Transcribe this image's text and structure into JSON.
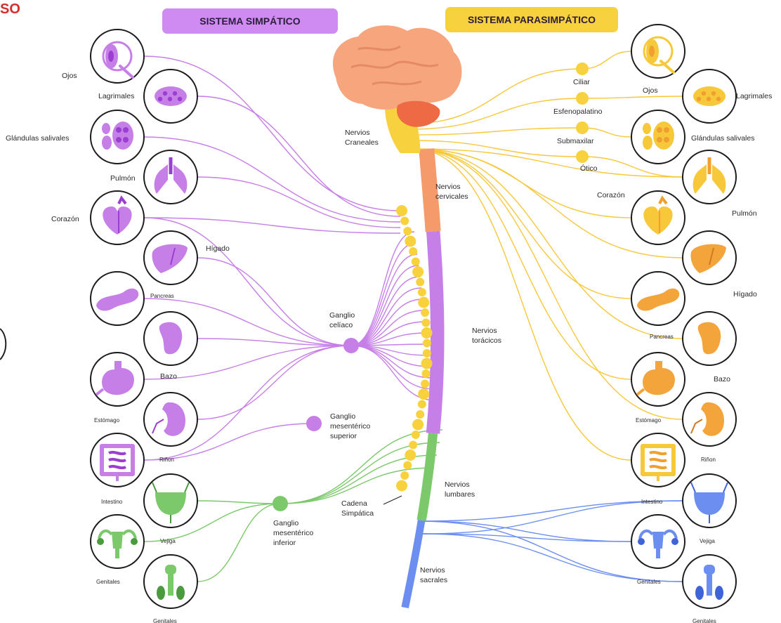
{
  "corner_fragment": "SO",
  "headers": {
    "sympathetic": "SISTEMA SIMPÁTICO",
    "parasympathetic": "SISTEMA PARASIMPÁTICO"
  },
  "colors": {
    "sympathetic": "#c77fe8",
    "sympathetic_dark": "#9b3fd1",
    "parasympathetic": "#f7c83a",
    "parasympathetic_dark": "#f0a030",
    "lumbar": "#7cc96b",
    "sacral": "#6b8ef0",
    "brain": "#f6a57d",
    "cervical": "#f59a6a",
    "cranial": "#f8d23e",
    "chain": "#f8d23e"
  },
  "sympathetic_organs": [
    {
      "label": "Ojos",
      "icon": "eye-icon",
      "lines": "sympathetic"
    },
    {
      "label": "Lagrimales",
      "icon": "lacrimal-gland-icon",
      "lines": "sympathetic"
    },
    {
      "label": "Glándulas salivales",
      "icon": "salivary-glands-icon",
      "lines": "sympathetic"
    },
    {
      "label": "Pulmón",
      "icon": "lungs-icon",
      "lines": "sympathetic"
    },
    {
      "label": "Corazón",
      "icon": "heart-icon",
      "lines": "sympathetic"
    },
    {
      "label": "Hígado",
      "icon": "liver-icon",
      "lines": "sympathetic"
    },
    {
      "label": "Pancreas",
      "icon": "pancreas-icon",
      "lines": "sympathetic"
    },
    {
      "label": "Bazo",
      "icon": "spleen-icon",
      "lines": "sympathetic"
    },
    {
      "label": "Estómago",
      "icon": "stomach-icon",
      "lines": "sympathetic"
    },
    {
      "label": "Riñon",
      "icon": "kidney-icon",
      "lines": "sympathetic"
    },
    {
      "label": "Intestino",
      "icon": "intestine-icon",
      "lines": "sympathetic"
    },
    {
      "label": "Vejiga",
      "icon": "bladder-icon",
      "lines": "lumbar"
    },
    {
      "label": "Genitales",
      "icon": "female-genitals-icon",
      "lines": "lumbar"
    },
    {
      "label": "Genitales",
      "icon": "male-genitals-icon",
      "lines": "lumbar"
    }
  ],
  "parasympathetic_organs": [
    {
      "label": "Ojos",
      "icon": "eye-icon"
    },
    {
      "label": "Lagrimales",
      "icon": "lacrimal-gland-icon"
    },
    {
      "label": "Glándulas salivales",
      "icon": "salivary-glands-icon"
    },
    {
      "label": "Pulmón",
      "icon": "lungs-icon"
    },
    {
      "label": "Corazón",
      "icon": "heart-icon"
    },
    {
      "label": "Hígado",
      "icon": "liver-icon"
    },
    {
      "label": "Pancreas",
      "icon": "pancreas-icon"
    },
    {
      "label": "Bazo",
      "icon": "spleen-icon"
    },
    {
      "label": "Estómago",
      "icon": "stomach-icon"
    },
    {
      "label": "Riñon",
      "icon": "kidney-icon"
    },
    {
      "label": "Intestino",
      "icon": "intestine-icon"
    },
    {
      "label": "Vejiga",
      "icon": "bladder-icon"
    },
    {
      "label": "Genitales",
      "icon": "female-genitals-icon"
    },
    {
      "label": "Genitales",
      "icon": "male-genitals-icon"
    }
  ],
  "parasympathetic_ganglia": [
    "Ciliar",
    "Esfenopalatino",
    "Submaxilar",
    "Ótico"
  ],
  "sympathetic_ganglia": {
    "celiac": "Ganglio\ncelíaco",
    "superior_mesenteric": "Ganglio\nmesentérico\nsuperior",
    "inferior_mesenteric": "Ganglio\nmesentérico\ninferior"
  },
  "spinal_regions": {
    "cranial": "Nervios\nCraneales",
    "cervical": "Nervios\ncervicales",
    "thoracic": "Nervios\ntorácicos",
    "lumbar": "Nervios\nlumbares",
    "sacral": "Nervios\nsacrales",
    "chain": "Cadena\nSimpática"
  }
}
